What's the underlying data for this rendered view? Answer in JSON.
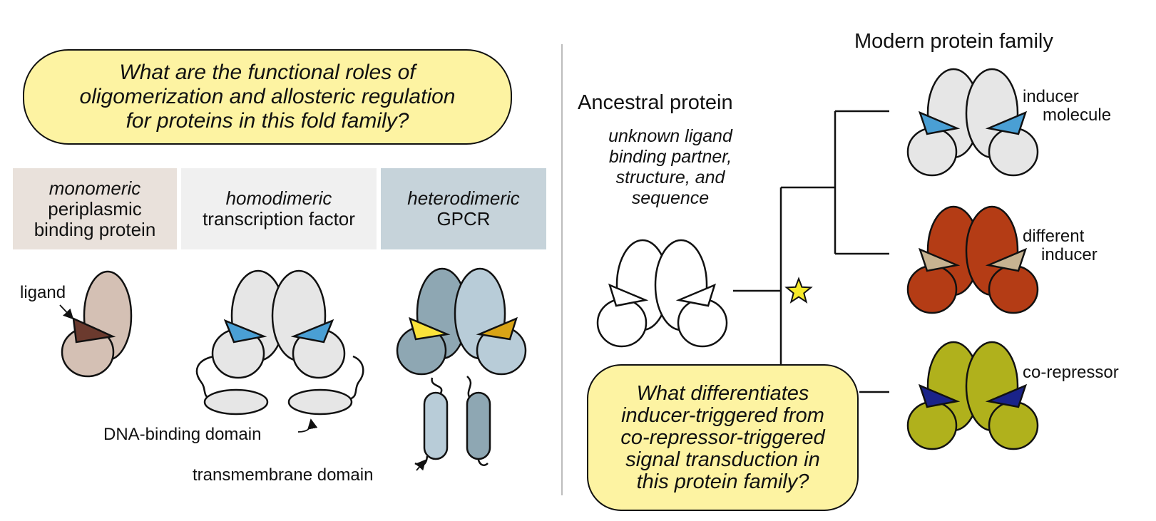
{
  "left_question": {
    "line1": "What are the functional roles of",
    "line2": "oligomerization and allosteric regulation",
    "line3": "for proteins in this fold family?"
  },
  "categories": [
    {
      "italic": "monomeric",
      "line2": "periplasmic",
      "line3": "binding protein",
      "color": "#e9e1db"
    },
    {
      "italic": "homodimeric",
      "line2": "transcription factor",
      "color": "#f0f0f0"
    },
    {
      "italic": "heterodimeric",
      "line2": "GPCR",
      "color": "#c6d3da"
    }
  ],
  "labels": {
    "ligand": "ligand",
    "dna_binding": "DNA-binding domain",
    "transmembrane": "transmembrane domain"
  },
  "ancestral": {
    "title": "Ancestral protein",
    "desc1": "unknown ligand",
    "desc2": "binding partner,",
    "desc3": "structure, and",
    "desc4": "sequence"
  },
  "modern": {
    "title": "Modern protein family",
    "members": [
      {
        "label1": "inducer",
        "label2": "molecule",
        "protein_color": "#e6e6e6",
        "ligand_color": "#4a9fd4"
      },
      {
        "label1": "different",
        "label2": "inducer",
        "protein_color": "#b43c15",
        "ligand_color": "#c7b391"
      },
      {
        "label1": "co-repressor",
        "label2": "",
        "protein_color": "#b0b11c",
        "ligand_color": "#1a2389"
      }
    ]
  },
  "right_question": {
    "line1": "What differentiates",
    "line2": "inducer-triggered from",
    "line3": "co-repressor-triggered",
    "line4": "signal transduction in",
    "line5": "this protein family?"
  },
  "colors": {
    "question_fill": "#fdf3a2",
    "monomer": "#d4c0b4",
    "monomer_ligand": "#6b3a2e",
    "homodimer": "#e6e6e6",
    "homodimer_ligand": "#4a9fd4",
    "gpcr_dark": "#8ea7b3",
    "gpcr_light": "#b8ccd8",
    "gpcr_ligand_light": "#fbe33a",
    "gpcr_ligand_dark": "#d9a416",
    "star": "#f6ea2a"
  }
}
